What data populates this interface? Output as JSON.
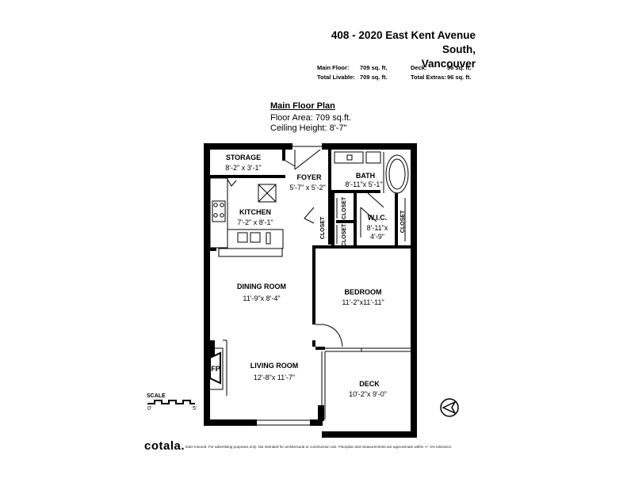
{
  "header": {
    "address_line1": "408 - 2020 East Kent Avenue South,",
    "address_line2": "Vancouver"
  },
  "stats": {
    "main_floor_label": "Main Floor:",
    "main_floor_value": "709 sq. ft.",
    "deck_label": "Deck:",
    "deck_value": "96 sq. ft.",
    "total_livable_label": "Total Livable:",
    "total_livable_value": "709 sq. ft.",
    "total_extras_label": "Total Extras:",
    "total_extras_value": "96 sq. ft."
  },
  "plan": {
    "title": "Main Floor Plan",
    "floor_area": "Floor Area: 709 sq.ft.",
    "ceiling_height": "Ceiling Height: 8'-7\""
  },
  "rooms": {
    "storage": {
      "name": "STORAGE",
      "dims": "8'-2\" x 3'-1\""
    },
    "foyer": {
      "name": "FOYER",
      "dims": "5'-7\" x 5'-2\""
    },
    "bath": {
      "name": "BATH",
      "dims": "8'-11\"x 5'-1\""
    },
    "kitchen": {
      "name": "KITCHEN",
      "dims": "7'-2\" x 8'-1\""
    },
    "wic": {
      "name": "W.I.C.",
      "dims1": "8'-11\"x",
      "dims2": "4'-9\""
    },
    "dining": {
      "name": "DINING ROOM",
      "dims": "11'-9\"x 8'-4\""
    },
    "bedroom": {
      "name": "BEDROOM",
      "dims": "11'-2\"x11'-11\""
    },
    "living": {
      "name": "LIVING ROOM",
      "dims": "12'-8\"x 11'-7\""
    },
    "deck": {
      "name": "DECK",
      "dims": "10'-2\"x 9'-0\""
    },
    "closet": "CLOSET",
    "fireplace": "FP"
  },
  "scale": {
    "label": "SCALE",
    "start": "0'",
    "end": "5'"
  },
  "footer": {
    "brand": "cotala.",
    "disclaimer": "E&O Insured. For advertising purposes only. Not intended for architectural or construction use. Floorplan and measurements are approximate within +/- 2% tolerance."
  }
}
